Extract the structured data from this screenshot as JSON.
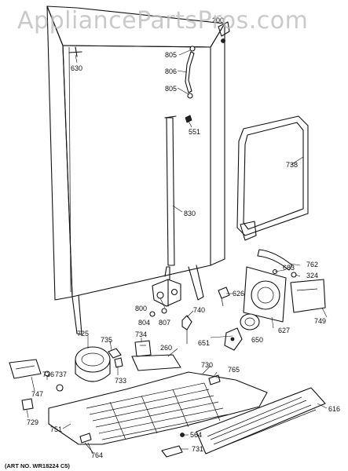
{
  "watermark": "AppliancePartsPros.com",
  "art_number": "(ART NO. WR18224 C5)",
  "callouts": {
    "p200": "200",
    "p630": "630",
    "p805a": "805",
    "p806": "806",
    "p805b": "805",
    "p551": "551",
    "p738": "738",
    "p830": "830",
    "p762": "762",
    "p683": "683",
    "p324": "324",
    "p626": "626",
    "p800": "800",
    "p740": "740",
    "p804": "804",
    "p807": "807",
    "p749": "749",
    "p627": "627",
    "p725": "725",
    "p735": "735",
    "p734": "734",
    "p651": "651",
    "p650": "650",
    "p260": "260",
    "p730": "730",
    "p765": "765",
    "p733": "733",
    "p736": "736",
    "p737": "737",
    "p747": "747",
    "p616": "616",
    "p729": "729",
    "p751": "751",
    "p564": "564",
    "p731": "731",
    "p764": "764"
  }
}
